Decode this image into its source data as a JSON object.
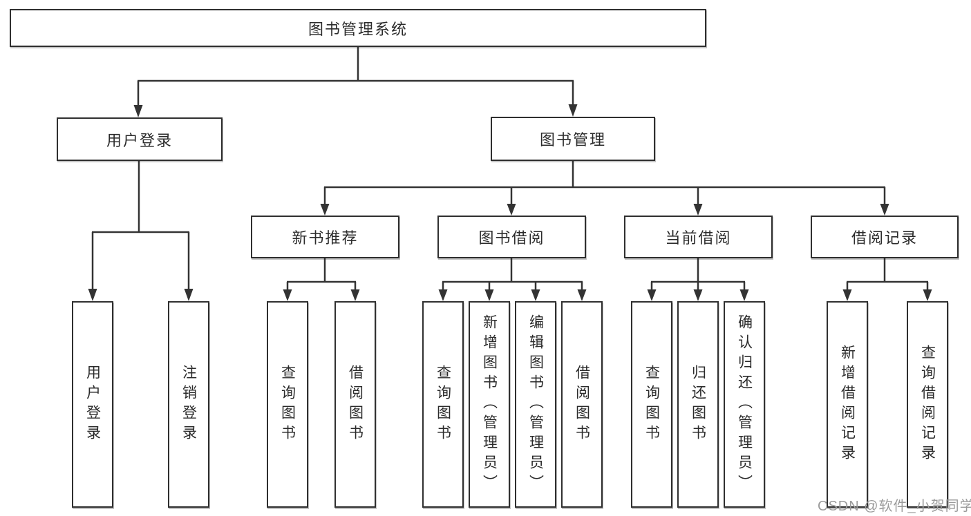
{
  "diagram": {
    "type": "hierarchy-tree",
    "nodes": {
      "root": "图书管理系统",
      "user_login": "用户登录",
      "book_mgmt": "图书管理",
      "new_books": "新书推荐",
      "book_borrow": "图书借阅",
      "current_borrow": "当前借阅",
      "borrow_records": "借阅记录",
      "leaf_user_login": "用户登录",
      "leaf_logout": "注销登录",
      "leaf_nb_query": "查询图书",
      "leaf_nb_borrow": "借阅图书",
      "leaf_bb_query": "查询图书",
      "leaf_bb_add": "新增图书（管理员）",
      "leaf_bb_edit": "编辑图书（管理员）",
      "leaf_bb_borrow": "借阅图书",
      "leaf_cb_query": "查询图书",
      "leaf_cb_return": "归还图书",
      "leaf_cb_confirm": "确认归还（管理员）",
      "leaf_br_add": "新增借阅记录",
      "leaf_br_query": "查询借阅记录"
    },
    "edges": [
      "图书管理系统→用户登录",
      "图书管理系统→图书管理",
      "用户登录→用户登录(叶)",
      "用户登录→注销登录",
      "图书管理→新书推荐",
      "图书管理→图书借阅",
      "图书管理→当前借阅",
      "图书管理→借阅记录",
      "新书推荐→查询图书",
      "新书推荐→借阅图书",
      "图书借阅→查询图书",
      "图书借阅→新增图书（管理员）",
      "图书借阅→编辑图书（管理员）",
      "图书借阅→借阅图书",
      "当前借阅→查询图书",
      "当前借阅→归还图书",
      "当前借阅→确认归还（管理员）",
      "借阅记录→新增借阅记录",
      "借阅记录→查询借阅记录"
    ]
  },
  "watermark": {
    "text": "CSDN @软件_小贺同学"
  },
  "colors": {
    "line": "#333333",
    "border": "#2f2f2f",
    "text": "#2b2b2b",
    "watermark": "#9b9b9b",
    "background": "#ffffff"
  }
}
